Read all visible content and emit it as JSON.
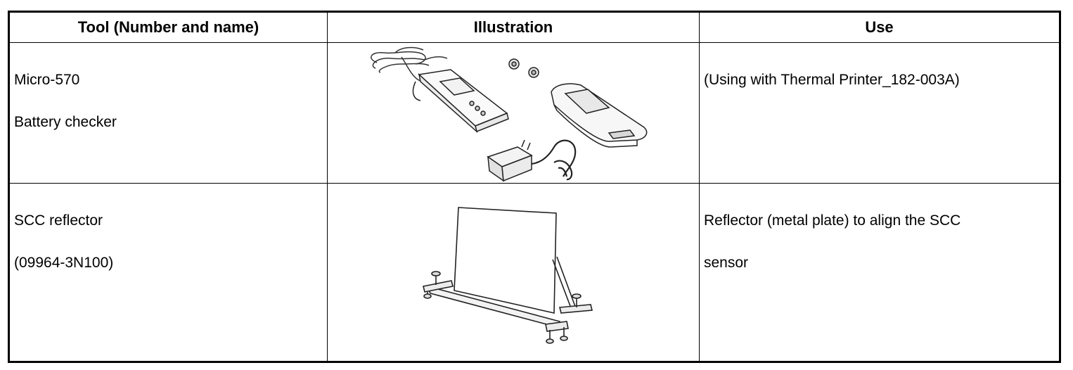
{
  "table": {
    "headers": [
      "Tool (Number and name)",
      "Illustration",
      "Use"
    ],
    "rows": [
      {
        "tool_line1": "Micro-570",
        "tool_line2": "Battery checker",
        "use": "(Using with Thermal Printer_182-003A)",
        "illustration_icon": "battery-checker-kit-illustration"
      },
      {
        "tool_line1": "SCC reflector",
        "tool_line2": "(09964-3N100)",
        "use_line1": "Reflector (metal plate) to align the SCC",
        "use_line2": "sensor",
        "illustration_icon": "scc-reflector-illustration"
      }
    ]
  }
}
